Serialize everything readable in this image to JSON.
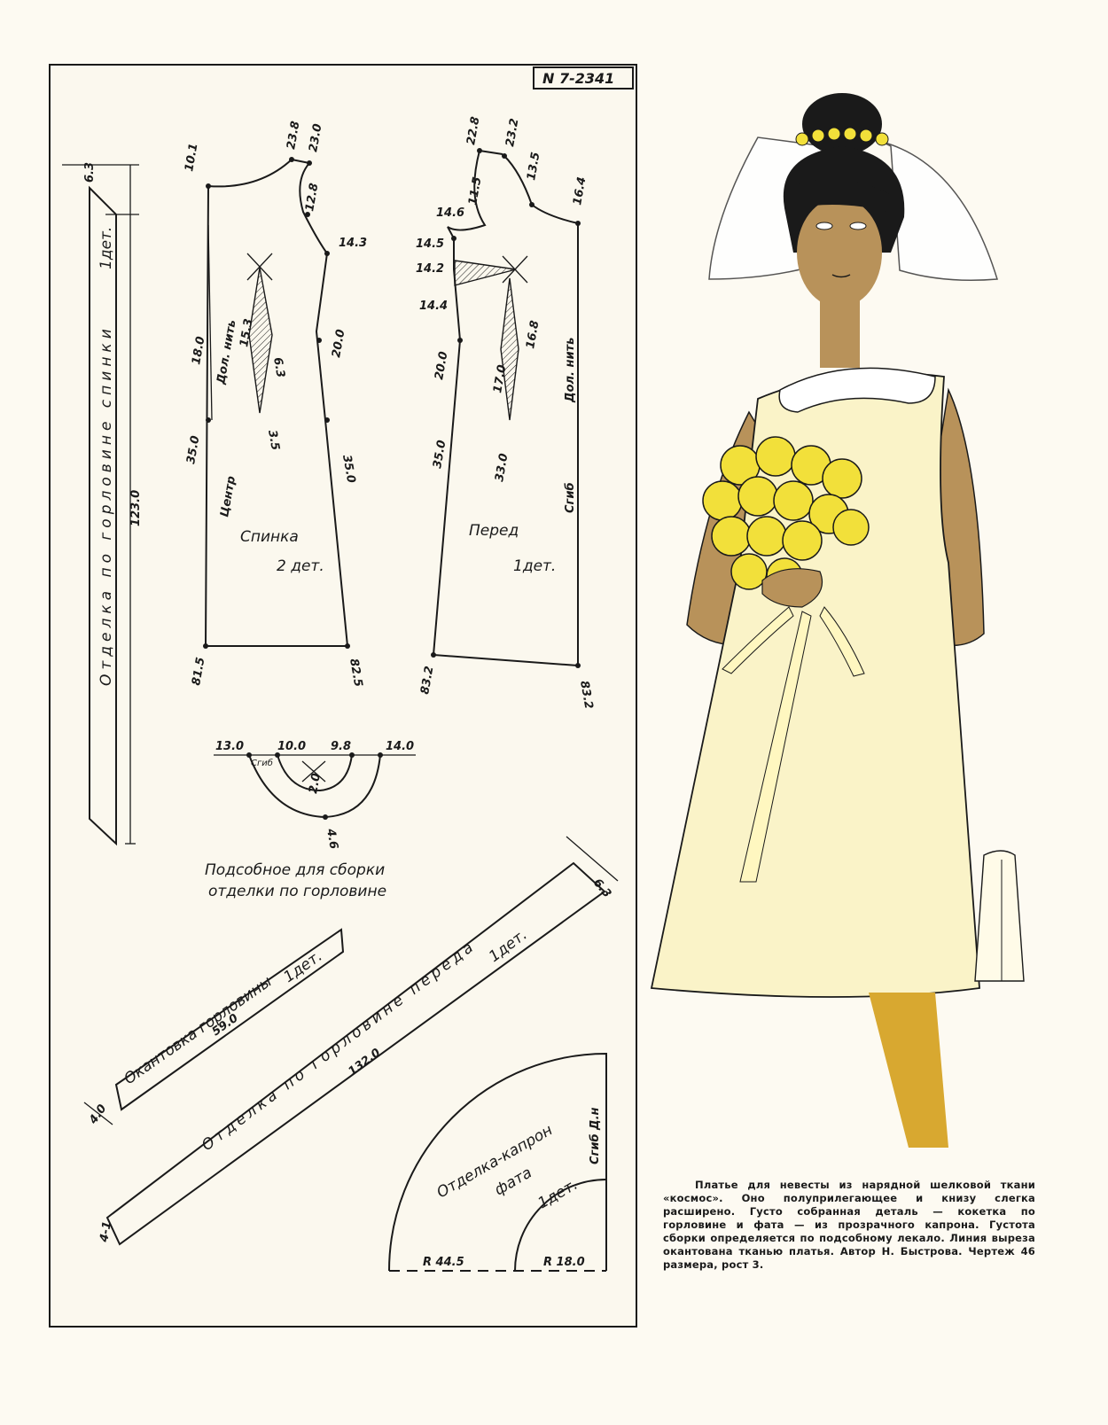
{
  "pattern_number": "N 7-2341",
  "pieces": {
    "back": {
      "name": "Спинка",
      "count": "2 дет."
    },
    "front": {
      "name": "Перед",
      "count": "1дет."
    },
    "back_trim": {
      "name": "Отделка по горловине спинки",
      "count": "1дет.",
      "length": "123.0",
      "width": "6.3"
    },
    "helper": {
      "line1": "Подсобное для сборки",
      "line2": "отделки по горловине"
    },
    "neck_binding": {
      "name": "Окантовка горловины",
      "count": "1дет.",
      "length": "59.0",
      "width": "4.0"
    },
    "front_trim": {
      "name": "Отделка по горловине переда",
      "count": "1дет.",
      "length": "132.0",
      "width": "6.3",
      "end": "4-1"
    },
    "veil": {
      "name": "Отделка-капрон",
      "name2": "фата",
      "count": "1дет.",
      "fold": "Сгиб Д.н",
      "r_outer": "R 44.5",
      "r_inner": "R 18.0"
    }
  },
  "back_labels": {
    "center": "Центр",
    "grain": "Дол. нить",
    "dims": [
      "10.1",
      "23.8",
      "23.0",
      "12.8",
      "14.3",
      "18.0",
      "15.3",
      "6.3",
      "20.0",
      "35.0",
      "35.0",
      "3.5",
      "81.5",
      "82.5"
    ]
  },
  "front_labels": {
    "fold": "Сгиб",
    "grain": "Дол. нить",
    "dims": [
      "22.8",
      "23.2",
      "13.5",
      "16.4",
      "14.6",
      "11.5",
      "14.5",
      "14.2",
      "14.4",
      "20.0",
      "17.0",
      "16.8",
      "35.0",
      "33.0",
      "83.2",
      "83.2"
    ]
  },
  "helper_labels": {
    "dims": [
      "13.0",
      "10.0",
      "9.8",
      "14.0",
      "2.0",
      "4.6"
    ],
    "fold": "Сгиб"
  },
  "caption": "Платье для невесты из нарядной шелковой ткани «космос». Оно полуприлегающее и книзу слегка расширено. Густо собранная деталь — кокетка по горловине и фата — из прозрачного капрона. Густота сборки определяется по подсобному лекало. Линия выреза окантована тканью платья. Автор Н. Быстрова. Чертеж 46 размера, рост 3.",
  "colors": {
    "skin": "#b8925a",
    "dress": "#faf3c8",
    "roses": "#f2e03a",
    "ink": "#1a1a1a"
  }
}
